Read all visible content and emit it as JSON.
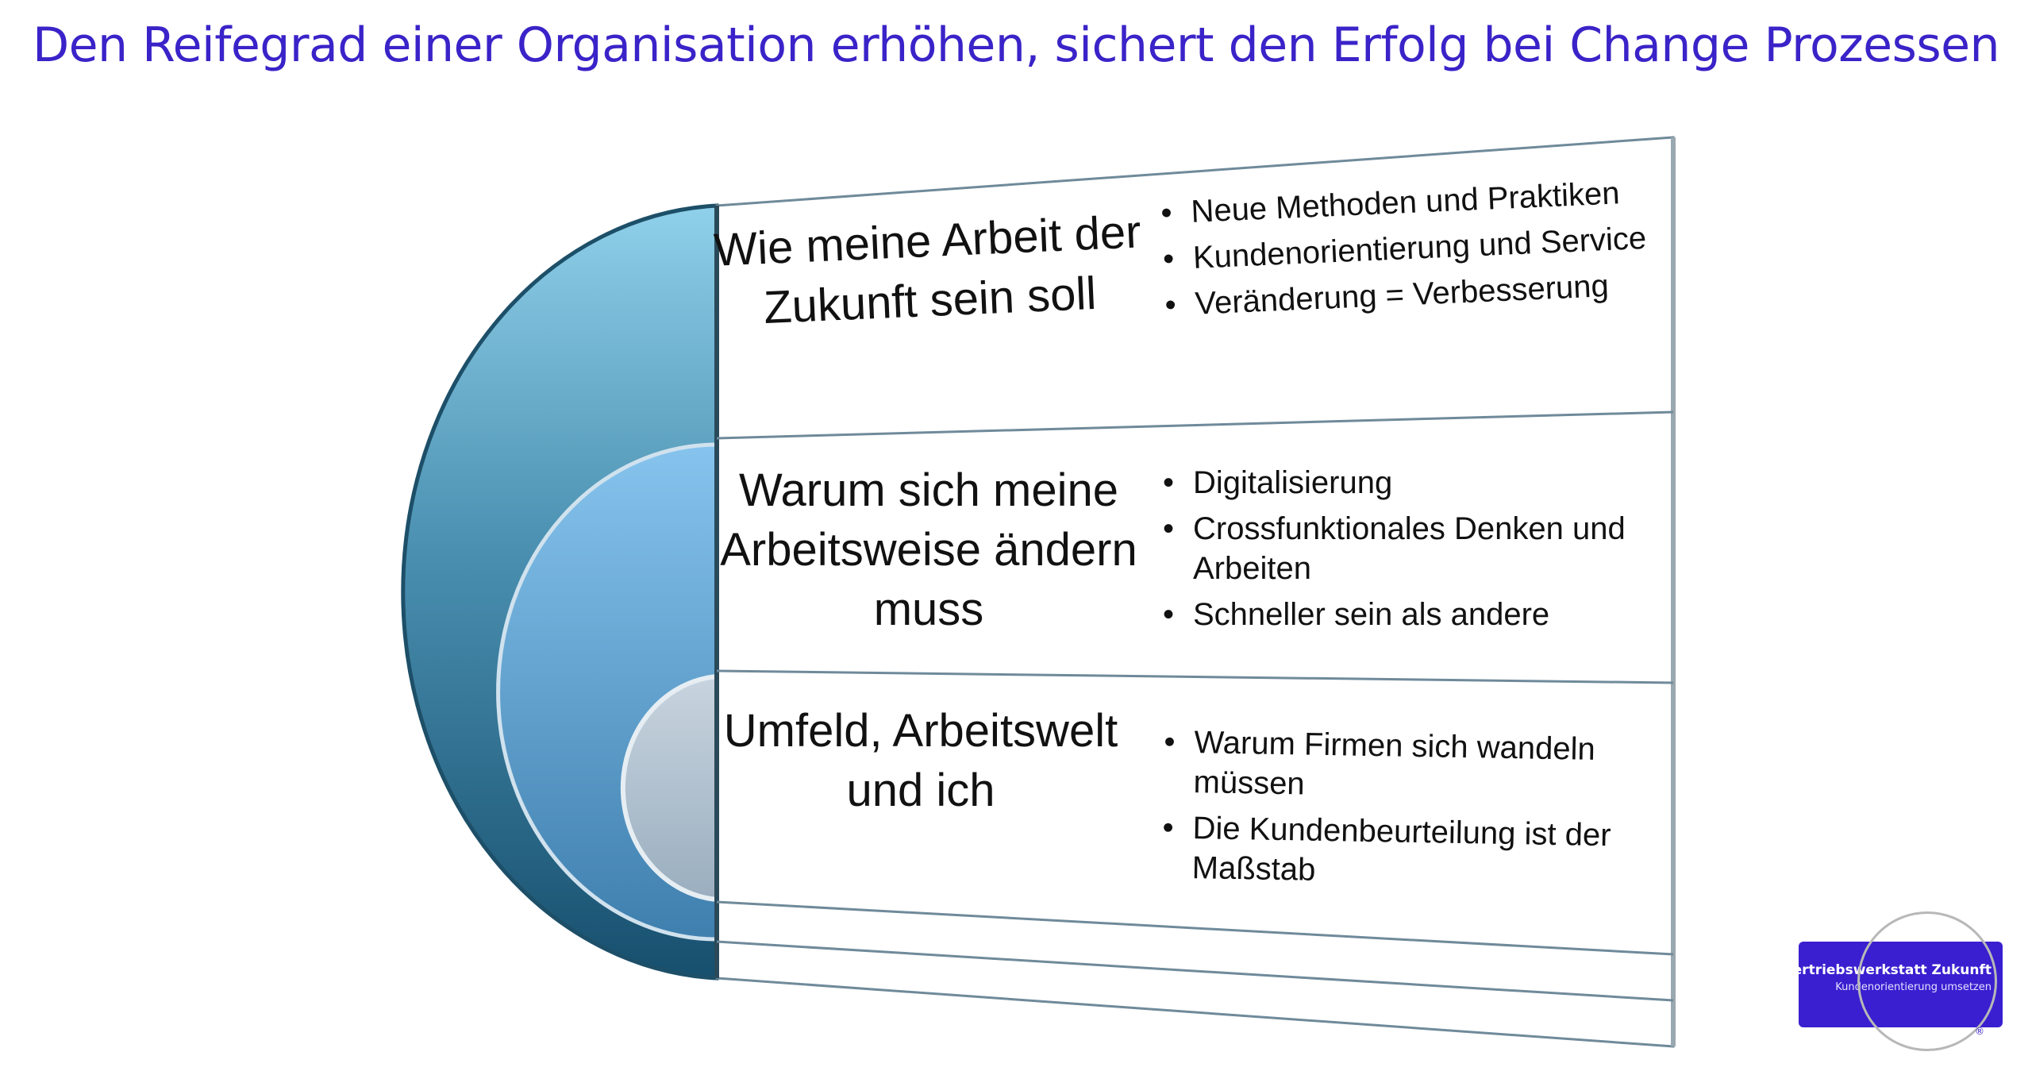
{
  "title": "Den Reifegrad einer Organisation erhöhen, sichert den Erfolg bei Change Prozessen",
  "colors": {
    "title": "#3a23c8",
    "outer_ring": "#2a6a8c",
    "middle_ring": "#5ea3d6",
    "inner_ring": "#aebfcf",
    "logo": "#3a1fd0"
  },
  "rows": [
    {
      "label": "Wie meine Arbeit der Zukunft sein soll",
      "bullets": [
        "Neue Methoden und Praktiken",
        "Kundenorientierung und Service",
        "Veränderung = Verbesserung"
      ]
    },
    {
      "label": "Warum sich meine Arbeitsweise ändern muss",
      "bullets": [
        "Digitalisierung",
        "Crossfunktionales Denken und Arbeiten",
        "Schneller sein als andere"
      ]
    },
    {
      "label": "Umfeld, Arbeitswelt und ich",
      "bullets": [
        "Warum Firmen sich wandeln müssen",
        "Die Kundenbeurteilung ist der Maßstab"
      ]
    }
  ],
  "logo": {
    "name": "Vertriebswerkstatt Zukunft",
    "tagline": "Kundenorientierung umsetzen",
    "registered": "®"
  }
}
